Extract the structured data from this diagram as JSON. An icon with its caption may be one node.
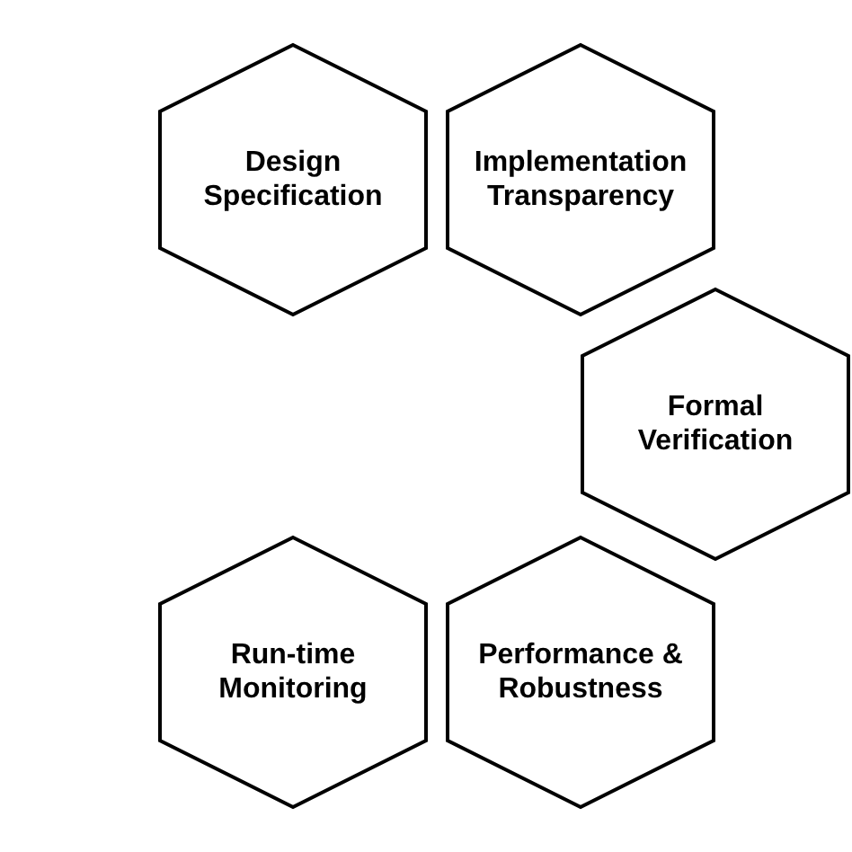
{
  "diagram": {
    "nodes": [
      {
        "text": [
          "Design Specification"
        ]
      },
      {
        "text": [
          "Implementation Transparency"
        ]
      },
      {
        "text": [
          "Formal Verification"
        ]
      },
      {
        "text": [
          "Run-time Monitoring"
        ]
      },
      {
        "text": [
          "Performance & Robustness"
        ]
      }
    ]
  }
}
